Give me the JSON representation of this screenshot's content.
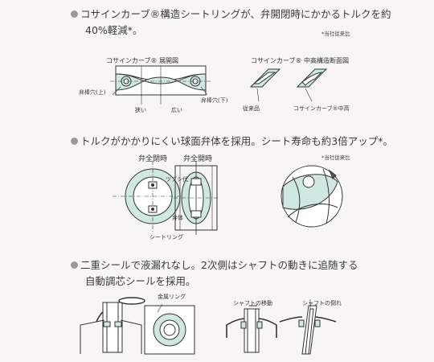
{
  "sections": [
    {
      "line1": "コサインカーブ®構造シートリングが、弁開閉時にかかるトルクを約",
      "line2": "40%軽減*。",
      "note": "*当社従来比",
      "fig_left_title": "コサインカーブ® 展開図",
      "fig_right_title": "コサインカーブ® 中高構造断面図",
      "labels": {
        "pin_upper": "弁棒穴(上)",
        "pin_lower": "弁棒穴(下)",
        "narrow": "狭い",
        "wide": "広い",
        "conventional": "従来品",
        "cosine_mid": "コサインカーブ®中高"
      }
    },
    {
      "line1": "トルクがかかりにくい球面弁体を採用。シート寿命も約3倍アップ*。",
      "note": "*当社従来比",
      "labels": {
        "full_closed": "弁全閉時",
        "full_open": "弁全開時",
        "tsubushi": "ツブシ代",
        "disc": "弁体",
        "seat_ring": "シートリング"
      }
    },
    {
      "line1": "二重シールで液漏れなし。2次側はシャフトの動きに追随する",
      "line2": "自動調芯シールを採用。",
      "labels": {
        "metal_ring": "金属リング",
        "shaft_move": "シャフトの移動",
        "shaft_tilt": "シャフトの倒れ"
      }
    }
  ],
  "colors": {
    "accent_fill": "#cfe8e2",
    "line": "#333333",
    "bullet": "#9a9a9a"
  }
}
